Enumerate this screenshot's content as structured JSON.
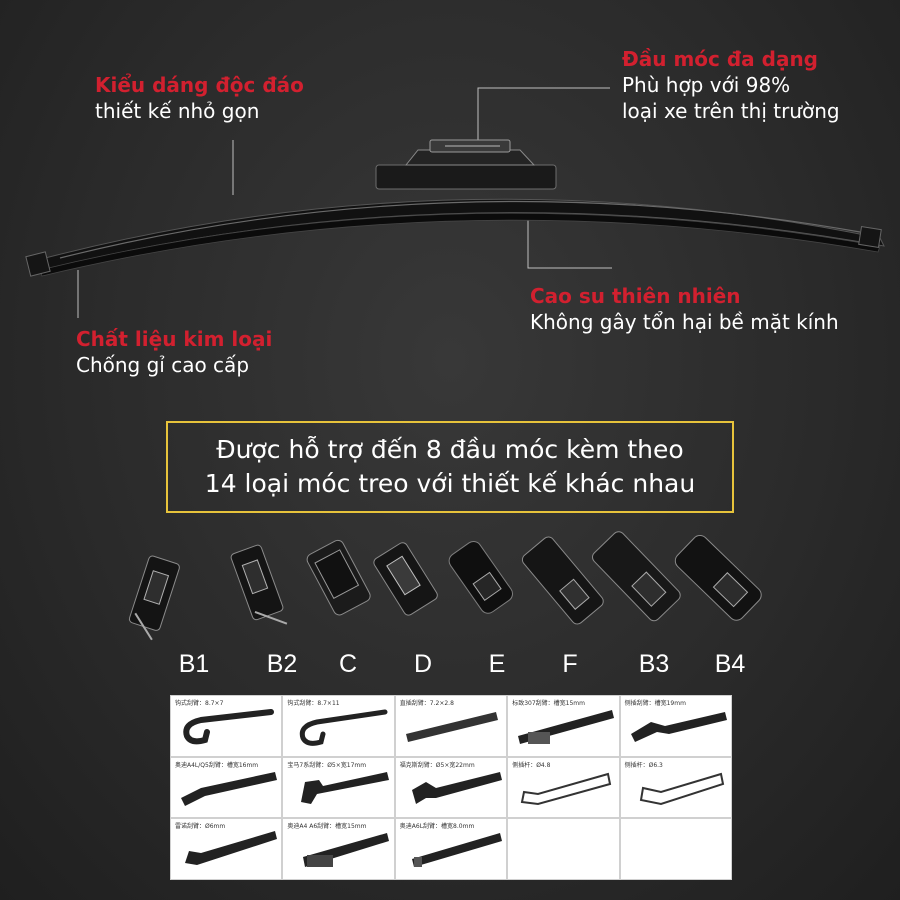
{
  "annotations": {
    "top_left": {
      "title": "Kiểu dáng độc đáo",
      "text": "thiết kế nhỏ gọn"
    },
    "top_right": {
      "title": "Đầu móc đa dạng",
      "line1": "Phù hợp với 98%",
      "line2": "loại xe trên thị trường"
    },
    "mid_right": {
      "title": "Cao su thiên nhiên",
      "text": "Không gây tổn hại bề mặt kính"
    },
    "bottom_left": {
      "title": "Chất liệu kim loại",
      "text": "Chống gỉ cao cấp"
    }
  },
  "callout": {
    "line1": "Được hỗ trợ đến 8 đầu móc kèm theo",
    "line2": "14 loại móc treo với thiết kế khác nhau"
  },
  "hooks": [
    {
      "label": "B1"
    },
    {
      "label": "B2"
    },
    {
      "label": "C"
    },
    {
      "label": "D"
    },
    {
      "label": "E"
    },
    {
      "label": "F"
    },
    {
      "label": "B3"
    },
    {
      "label": "B4"
    }
  ],
  "arm_grid": [
    {
      "caption": "钩式刮臂：8.7×7"
    },
    {
      "caption": "钩式刮臂：8.7×11"
    },
    {
      "caption": "直插刮臂：7.2×2.8"
    },
    {
      "caption": "标致307刮臂：槽宽15mm"
    },
    {
      "caption": "侧插刮臂：槽宽19mm"
    },
    {
      "caption": "奥迪A4L/Q5刮臂：槽宽16mm"
    },
    {
      "caption": "宝马7系刮臂：Ø5×宽17mm"
    },
    {
      "caption": "福克斯刮臂：Ø5×宽22mm"
    },
    {
      "caption": "侧插杆：Ø4.8"
    },
    {
      "caption": "侧插杆：Ø6.3"
    },
    {
      "caption": "雷诺刮臂：Ø6mm"
    },
    {
      "caption": "奥迪A4 A6刮臂：槽宽15mm"
    },
    {
      "caption": "奥迪A6L刮臂：槽宽8.0mm"
    }
  ],
  "colors": {
    "accent_red": "#d2202f",
    "box_border": "#e7c33b",
    "text": "#ffffff"
  }
}
